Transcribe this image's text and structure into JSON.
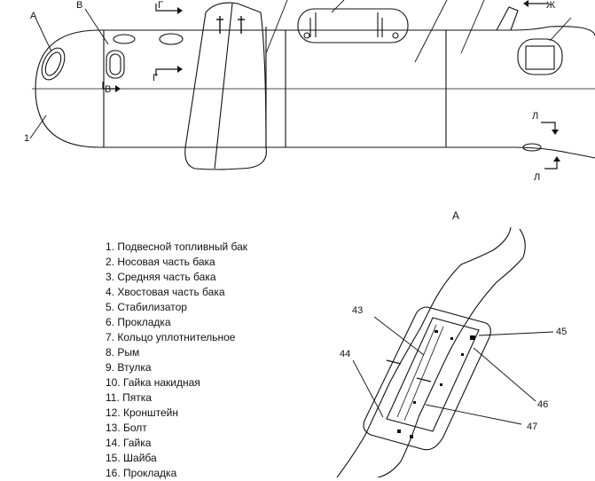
{
  "diagram": {
    "tank_labels": {
      "A": "А",
      "B": "В",
      "G": "Г",
      "G_arrow": "Г",
      "V_arrow": "В",
      "Zh": "Ж",
      "L_upper": "Л",
      "L_lower": "Л",
      "n1": "1"
    },
    "detail": {
      "title": "А",
      "callouts": [
        "43",
        "44",
        "45",
        "46",
        "47"
      ]
    },
    "legend": [
      "1. Подвесной топливный бак",
      "2. Носовая часть бака",
      "3. Средняя часть бака",
      "4. Хвостовая часть бака",
      "5. Стабилизатор",
      "6. Прокладка",
      "7. Кольцо уплотнительное",
      "8. Рым",
      "9. Втулка",
      "10. Гайка накидная",
      "11. Пятка",
      "12. Кронштейн",
      "13. Болт",
      "14. Гайка",
      "15. Шайба",
      "16. Прокладка"
    ]
  }
}
